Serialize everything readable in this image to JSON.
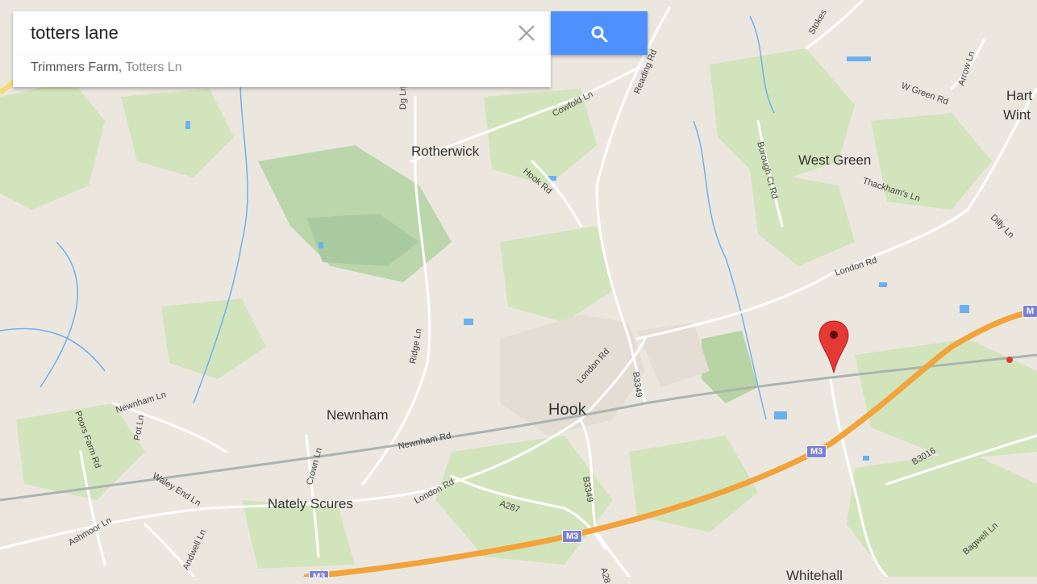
{
  "search": {
    "query": "totters lane",
    "clear_icon": "close-icon",
    "search_icon": "search-icon"
  },
  "suggestions": [
    {
      "main": "Trimmers Farm",
      "secondary": "Totters Ln"
    }
  ],
  "places": {
    "rotherwick": "Rotherwick",
    "west_green": "West Green",
    "hart": "Hart",
    "wint": "Wint",
    "newnham": "Newnham",
    "hook": "Hook",
    "nately_scures": "Nately Scures",
    "whitehall": "Whitehall"
  },
  "roads": {
    "cowfold_ln": "Cowfold Ln",
    "reading_rd": "Reading Rd",
    "hook_rd": "Hook Rd",
    "bg_ln": "Dg Ln",
    "borough_ct_rd": "Borough Ct Rd",
    "w_green_rd": "W Green Rd",
    "arrow_ln": "Arrow Ln",
    "thackhams_ln": "Thackham's Ln",
    "dilly_ln": "Dilly Ln",
    "stokes": "Stokes",
    "london_rd_1": "London Rd",
    "london_rd_2": "London Rd",
    "london_rd_3": "London Rd",
    "ridge_ln": "Ridge Ln",
    "b3349_1": "B3349",
    "b3349_2": "B3349",
    "newnham_ln": "Newnham Ln",
    "newnham_rd": "Newnham Rd",
    "poors_farm_rd": "Poors Farm Rd",
    "pot_ln": "Pot Ln",
    "waley_end_ln": "Waley End Ln",
    "crown_ln": "Crown Ln",
    "ashmoor_ln": "Ashmoor Ln",
    "andwell_ln": "Andwell Ln",
    "a287": "A287",
    "a287b": "A28",
    "b3016": "B3016",
    "bagwell_ln": "Bagwell Ln"
  },
  "shields": {
    "m3_a": "M3",
    "m3_b": "M3",
    "m3_c": "M",
    "m3_d": "M3"
  },
  "colors": {
    "land": "#ebe7df",
    "green": "#cfe3b8",
    "water": "#5aa8f0",
    "motorway": "#f2a33a",
    "road": "#ffffff",
    "rail": "#aab4b0",
    "search_button": "#4d90fe",
    "marker": "#e53935"
  },
  "marker_icon": "map-pin-icon"
}
